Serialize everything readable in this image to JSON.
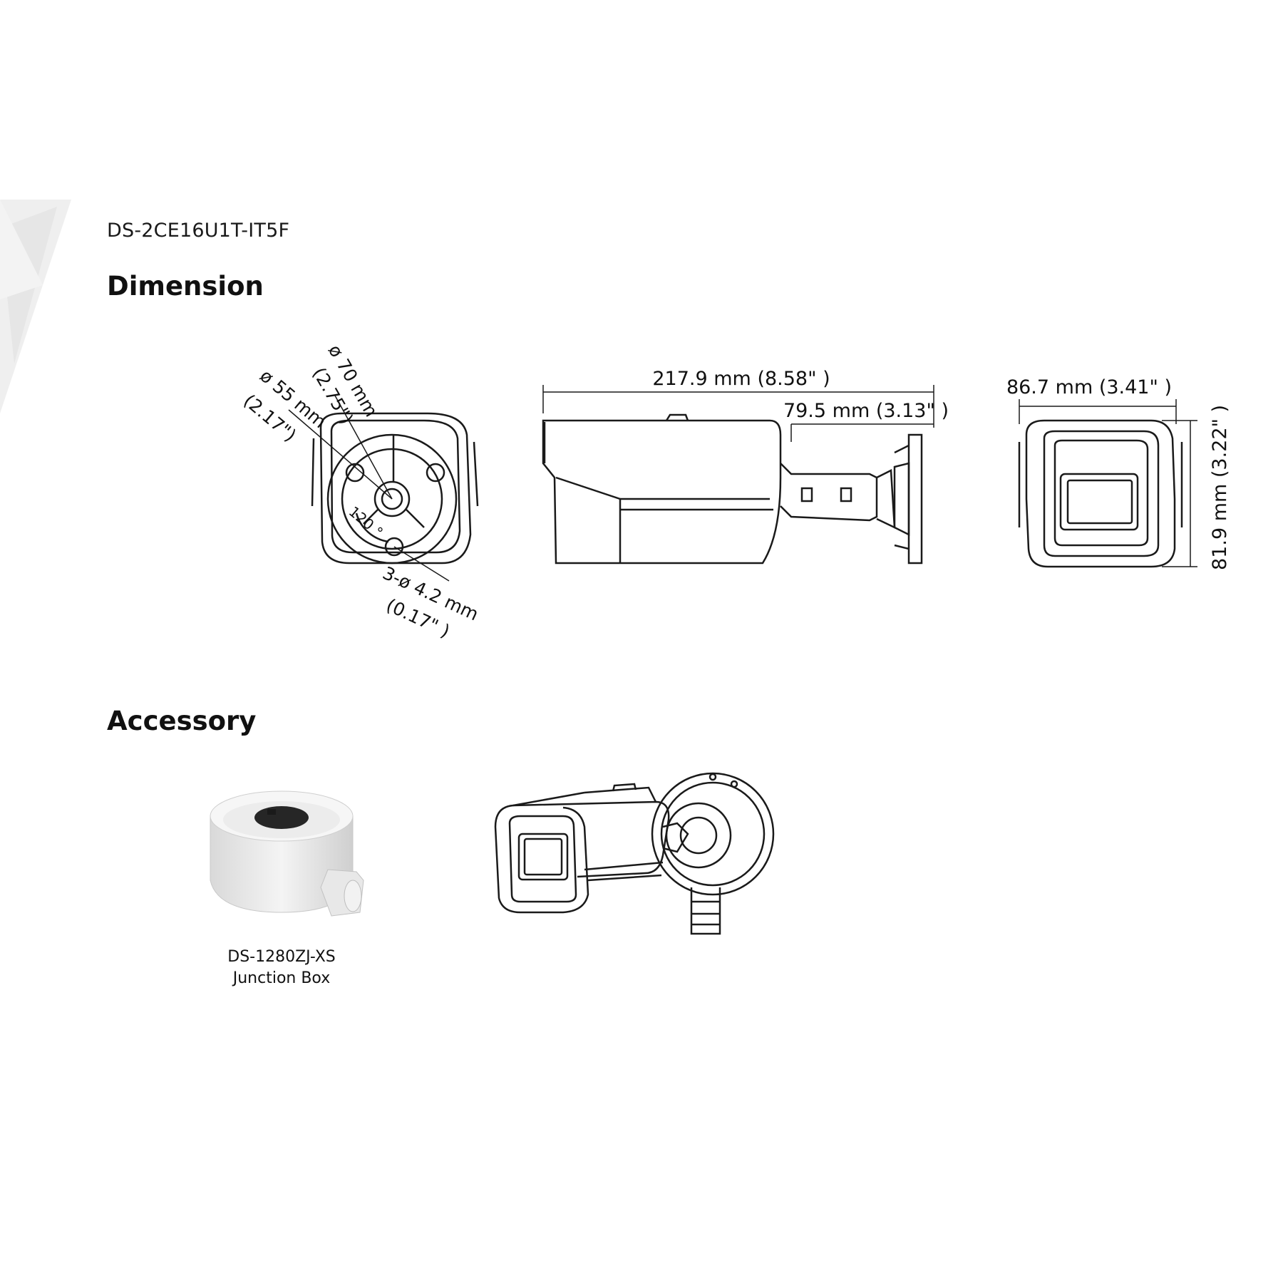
{
  "header": {
    "model": "DS-2CE16U1T-IT5F"
  },
  "sections": {
    "dimension_title": "Dimension",
    "accessory_title": "Accessory"
  },
  "dimensions": {
    "front_view": {
      "outer_diameter": "ø 70 mm",
      "outer_diameter_in": "(2.75\")",
      "inner_diameter": "ø 55 mm",
      "inner_diameter_in": "(2.17\")",
      "angle": "120 °",
      "holes": "3-ø 4.2 mm",
      "holes_in": "(0.17\" )"
    },
    "side_view": {
      "length": "217.9 mm (8.58\" )",
      "mount": "79.5 mm (3.13\" )"
    },
    "rear_view": {
      "width": "86.7 mm (3.41\" )",
      "height": "81.9 mm (3.22\" )"
    }
  },
  "accessories": [
    {
      "model": "DS-1280ZJ-XS",
      "name": "Junction Box"
    }
  ],
  "colors": {
    "line": "#1a1a1a",
    "background": "#ffffff",
    "watermark": "#ececec"
  }
}
